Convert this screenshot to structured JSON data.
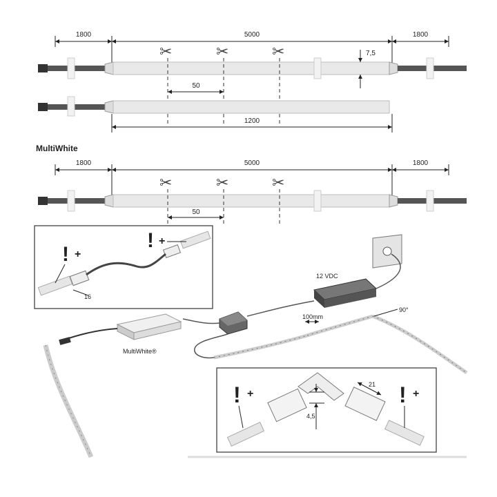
{
  "diagram1": {
    "dim_left": "1800",
    "dim_center": "5000",
    "dim_right": "1800",
    "dim_height": "7,5",
    "dim_cut": "50",
    "dim_short": "1200"
  },
  "diagram2": {
    "section_title": "MultiWhite",
    "dim_left": "1800",
    "dim_center": "5000",
    "dim_right": "1800",
    "dim_cut": "50"
  },
  "inset1": {
    "warn1": "!",
    "plus1": "+",
    "warn2": "!",
    "plus2": "+",
    "dim": "16"
  },
  "wiring": {
    "driver_label": "12 VDC",
    "spacing_label": "100mm",
    "angle_label": "90°",
    "controller_label": "MultiWhite®"
  },
  "inset2": {
    "warn1": "!",
    "plus1": "+",
    "warn2": "!",
    "plus2": "+",
    "dim_height": "4,5",
    "dim_width": "21"
  }
}
